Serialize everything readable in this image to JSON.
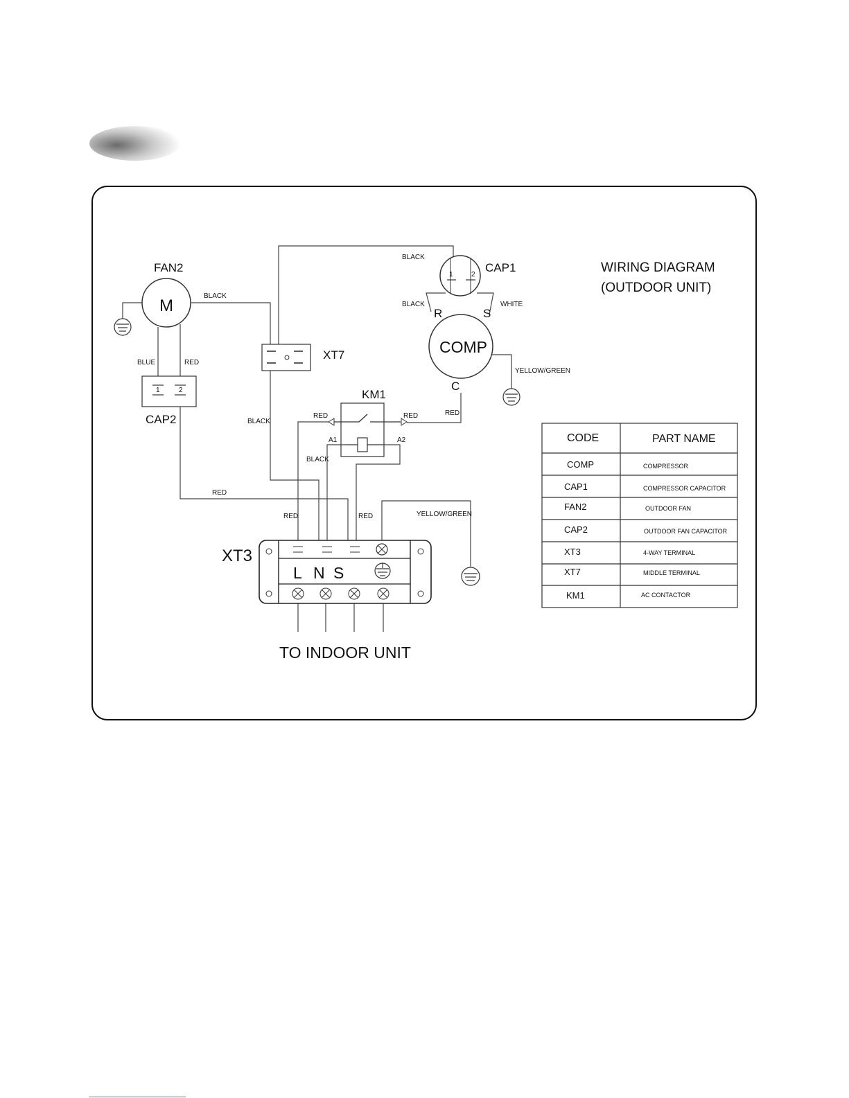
{
  "title": [
    "WIRING DIAGRAM",
    "(OUTDOOR UNIT)"
  ],
  "components": {
    "fan": "FAN2",
    "motor": "M",
    "cap1": "CAP1",
    "cap2": "CAP2",
    "comp": "COMP",
    "xt7": "XT7",
    "km1": "KM1",
    "xt3": "XT3",
    "comp_terminals": {
      "r": "R",
      "s": "S",
      "c": "C"
    },
    "cap_pins": {
      "one": "1",
      "two": "2"
    },
    "km1_coil": {
      "a1": "A1",
      "a2": "A2"
    }
  },
  "wires": {
    "fan_to_xt7": "BLACK",
    "top_to_cap1": "BLACK",
    "cap1_to_r": "BLACK",
    "cap1_to_s": "WHITE",
    "comp_ground": "YELLOW/GREEN",
    "fan_blue": "BLUE",
    "fan_red": "RED",
    "xt7_down": "BLACK",
    "km1_left": "RED",
    "km1_right": "RED",
    "comp_c": "RED",
    "km1_a1": "BLACK",
    "cap2_to_xt3": "RED",
    "xt3_l": "RED",
    "xt3_s": "RED",
    "xt3_ground": "YELLOW/GREEN"
  },
  "terminal_block": {
    "l": "L",
    "n": "N",
    "s": "S"
  },
  "to_indoor": "TO INDOOR UNIT",
  "legend": {
    "headers": [
      "CODE",
      "PART NAME"
    ],
    "rows": [
      [
        "COMP",
        "COMPRESSOR"
      ],
      [
        "CAP1",
        "COMPRESSOR CAPACITOR"
      ],
      [
        "FAN2",
        "OUTDOOR FAN"
      ],
      [
        "CAP2",
        "OUTDOOR FAN CAPACITOR"
      ],
      [
        "XT3",
        "4-WAY TERMINAL"
      ],
      [
        "XT7",
        "MIDDLE TERMINAL"
      ],
      [
        "KM1",
        "AC CONTACTOR"
      ]
    ]
  }
}
